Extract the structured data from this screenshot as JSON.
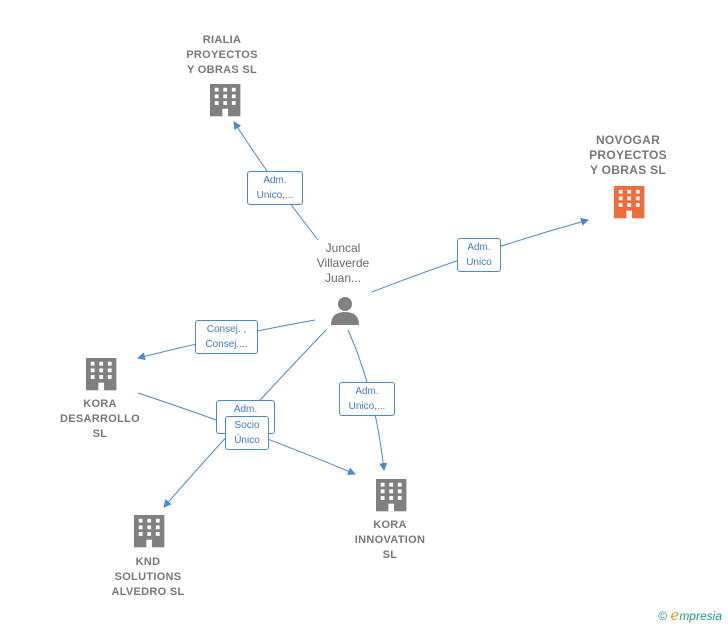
{
  "nodes": {
    "rialia": {
      "label": "RIALIA\nPROYECTOS\nY OBRAS  SL"
    },
    "novogar": {
      "label": "NOVOGAR\nPROYECTOS\nY OBRAS  SL"
    },
    "person": {
      "label": "Juncal\nVillaverde\nJuan..."
    },
    "kora_desarrollo": {
      "label": "KORA\nDESARROLLO\nSL"
    },
    "kora_innovation": {
      "label": "KORA\nINNOVATION\nSL"
    },
    "knd": {
      "label": "KND\nSOLUTIONS\nALVEDRO  SL"
    }
  },
  "edges": {
    "to_rialia": "Adm.\nUnico,...",
    "to_novogar": "Adm.\nUnico",
    "to_kora_desarrollo": "Consej. ,\nConsej....",
    "to_kora_innovation": "Adm.\nUnico,...",
    "to_knd": "Adm.",
    "socio_unico": "Socio\nÚnico"
  },
  "colors": {
    "edge": "#4a87d4",
    "company_icon": "#808080",
    "highlight_icon": "#f26b3a",
    "person_icon": "#808080"
  },
  "brand": {
    "copyright": "©",
    "e": "e",
    "rest": "mpresia"
  }
}
